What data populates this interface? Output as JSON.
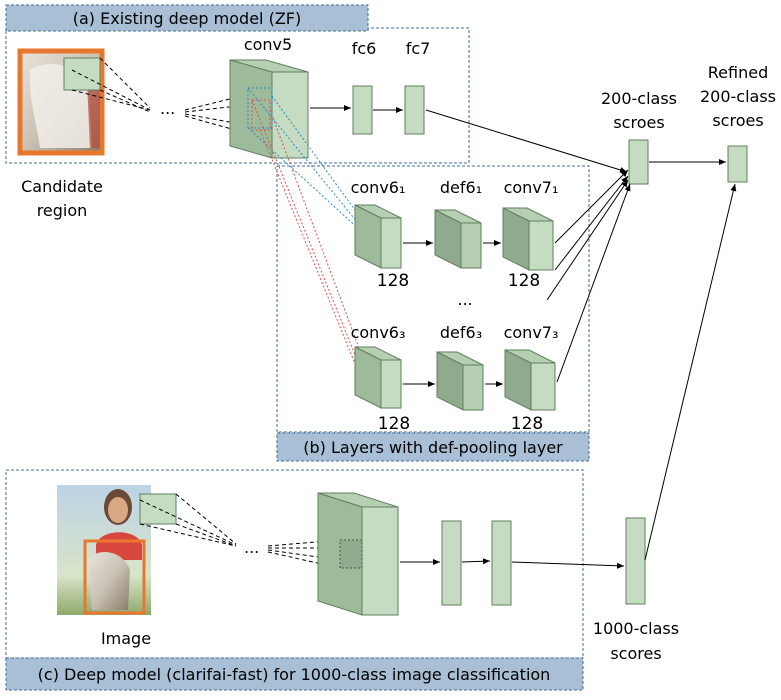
{
  "section_a": {
    "title": "(a) Existing deep model (ZF)",
    "candidate_label_1": "Candidate",
    "candidate_label_2": "region",
    "ellipsis": "...",
    "conv5": "conv5",
    "fc6": "fc6",
    "fc7": "fc7"
  },
  "section_b": {
    "title": "(b) Layers with def-pooling layer",
    "row1": {
      "conv6": "conv6₁",
      "def6": "def6₁",
      "conv7": "conv7₁",
      "count_a": "128",
      "count_b": "128"
    },
    "vertical_ellipsis": "...",
    "row3": {
      "conv6": "conv6₃",
      "def6": "def6₃",
      "conv7": "conv7₃",
      "count_a": "128",
      "count_b": "128"
    }
  },
  "section_c": {
    "title": "(c) Deep model (clarifai-fast) for 1000-class image classification",
    "image_label": "Image",
    "ellipsis": "..."
  },
  "outputs": {
    "scores200_1": "200-class",
    "scores200_2": "scroes",
    "refined_1": "Refined",
    "refined_2": "200-class",
    "refined_3": "scroes",
    "scores1000_1": "1000-class",
    "scores1000_2": "scores"
  },
  "colors": {
    "block_front": "#c5dcc2",
    "block_side": "#9dbb9a",
    "block_top": "#b6cfb3",
    "block_dark": "#8faa8c",
    "title_bar": "#a9bfd6",
    "dashed_border": "#3f6f9e",
    "candidate_border": "#e8772e",
    "red_dash": "#d9534f",
    "blue_dash": "#2b8cc4"
  }
}
